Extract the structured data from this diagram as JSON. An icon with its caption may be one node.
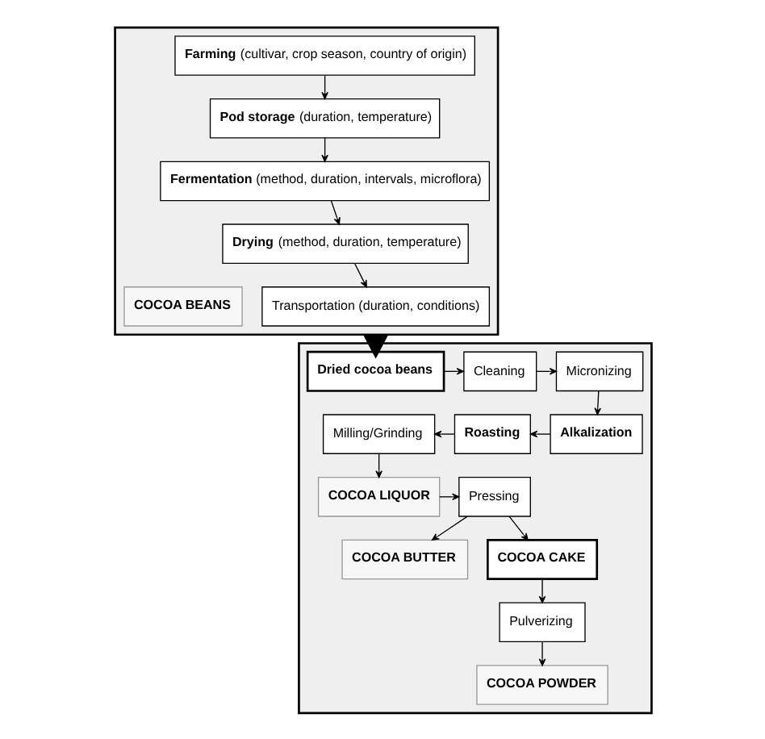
{
  "diagram": {
    "nodes": [
      {
        "text": [],
        "shape": "box"
      },
      {
        "text": [
          "**Farming** (cultivar, crop season, country of origin)"
        ],
        "in": 0
      },
      {
        "text": [
          "**Pod storage** (duration, temperature)"
        ],
        "in": 0
      },
      {
        "text": [
          "**Fermentation** (method, duration, intervals, microflora)"
        ],
        "in": 0
      },
      {
        "text": [
          "**Drying** (method, duration, temperature)"
        ],
        "in": 0
      },
      {
        "text": [
          "Transportation (duration, conditions)"
        ],
        "in": 0
      },
      {
        "text": [
          "COCOA BEANS"
        ],
        "in": 0
      },
      {
        "text": [],
        "shape": "box"
      },
      {
        "text": [
          "Dried cocoa beans"
        ],
        "in": 7
      },
      {
        "text": [
          "Cleaning"
        ],
        "in": 7
      },
      {
        "text": [
          "Micronizing"
        ],
        "in": 7
      },
      {
        "text": [
          "Alkalization"
        ],
        "in": 7
      },
      {
        "text": [
          "Roasting"
        ],
        "in": 7
      },
      {
        "text": [
          "Milling/Grinding"
        ],
        "in": 7
      },
      {
        "text": [
          "COCOA LIQUOR"
        ],
        "in": 7
      },
      {
        "text": [
          "Pressing"
        ],
        "in": 7
      },
      {
        "text": [
          "COCOA BUTTER"
        ],
        "in": 7
      },
      {
        "text": [
          "COCOA CAKE"
        ],
        "in": 7
      },
      {
        "text": [
          "Pulverizing"
        ],
        "in": 7
      },
      {
        "text": [
          "COCOA POWDER"
        ],
        "in": 7
      }
    ],
    "edges": [
      {
        "from": 1,
        "to": 2,
        "arrow": "to"
      },
      {
        "from": 2,
        "to": 3,
        "arrow": "to"
      },
      {
        "from": 3,
        "to": 4,
        "arrow": "to"
      },
      {
        "from": 4,
        "to": 5,
        "arrow": "to"
      },
      {
        "from": 0,
        "to": 8,
        "arrow": "to",
        "style": "thick"
      },
      {
        "from": 8,
        "to": 9,
        "arrow": "to"
      },
      {
        "from": 9,
        "to": 10,
        "arrow": "to"
      },
      {
        "from": 10,
        "to": 11,
        "arrow": "to"
      },
      {
        "from": 11,
        "to": 12,
        "arrow": "to"
      },
      {
        "from": 12,
        "to": 13,
        "arrow": "to"
      },
      {
        "from": 13,
        "to": 14,
        "arrow": "to"
      },
      {
        "from": 14,
        "to": 15,
        "arrow": "to"
      },
      {
        "from": 15,
        "to": 16,
        "arrow": "to"
      },
      {
        "from": 15,
        "to": 17,
        "arrow": "to"
      },
      {
        "from": 17,
        "to": 18,
        "arrow": "to"
      },
      {
        "from": 18,
        "to": 19,
        "arrow": "to"
      }
    ]
  }
}
